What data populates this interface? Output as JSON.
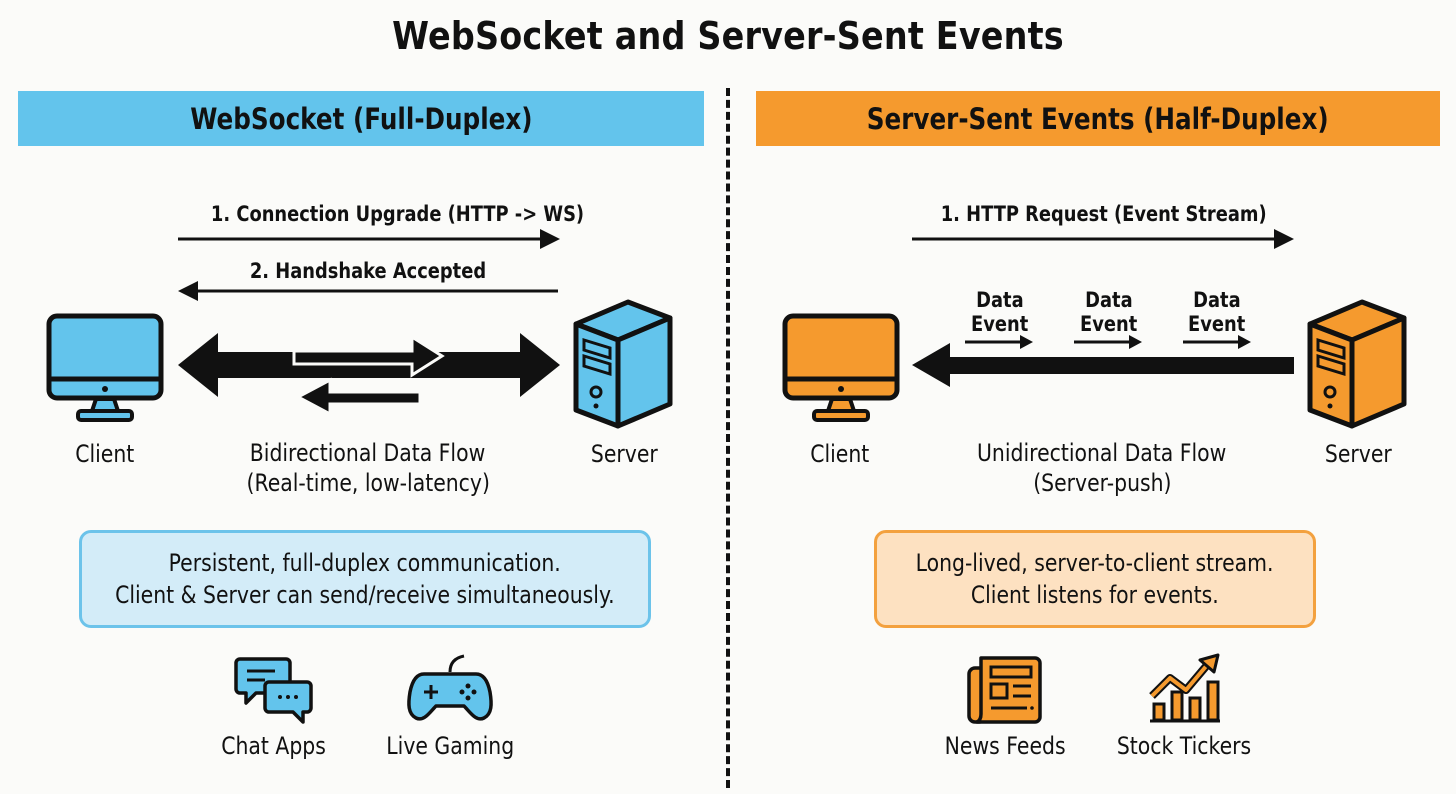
{
  "title": "WebSocket and Server-Sent Events",
  "colors": {
    "websocket_accent": "#63c4ec",
    "websocket_box_fill": "#d3ecf8",
    "sse_accent": "#f59a2e",
    "sse_box_fill": "#fde1c1",
    "ink": "#111111"
  },
  "websocket": {
    "header": "WebSocket (Full-Duplex)",
    "step1": "1. Connection Upgrade (HTTP -> WS)",
    "step2": "2. Handshake Accepted",
    "client_label": "Client",
    "server_label": "Server",
    "flow_line1": "Bidirectional Data Flow",
    "flow_line2": "(Real-time, low-latency)",
    "description_line1": "Persistent, full-duplex communication.",
    "description_line2": "Client & Server can send/receive simultaneously.",
    "use_cases": [
      {
        "label": "Chat Apps",
        "icon": "chat-bubbles-icon"
      },
      {
        "label": "Live Gaming",
        "icon": "gamepad-icon"
      }
    ]
  },
  "sse": {
    "header": "Server-Sent Events (Half-Duplex)",
    "step1": "1. HTTP Request (Event Stream)",
    "events": [
      {
        "line1": "Data",
        "line2": "Event"
      },
      {
        "line1": "Data",
        "line2": "Event"
      },
      {
        "line1": "Data",
        "line2": "Event"
      }
    ],
    "client_label": "Client",
    "server_label": "Server",
    "flow_line1": "Unidirectional Data Flow",
    "flow_line2": "(Server-push)",
    "description_line1": "Long-lived, server-to-client stream.",
    "description_line2": "Client listens for events.",
    "use_cases": [
      {
        "label": "News Feeds",
        "icon": "newspaper-icon"
      },
      {
        "label": "Stock Tickers",
        "icon": "stock-chart-icon"
      }
    ]
  }
}
